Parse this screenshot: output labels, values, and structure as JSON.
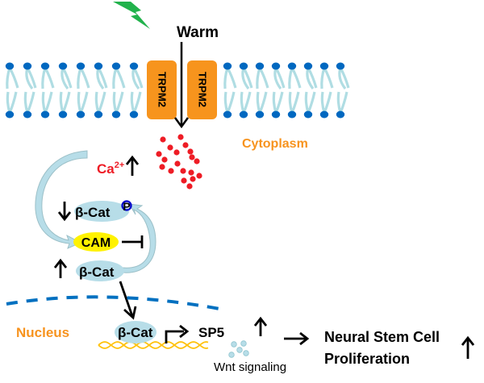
{
  "stimulus": {
    "label": "Warm",
    "icon": "lightning-bolt-icon"
  },
  "membrane": {
    "channels": [
      {
        "label": "TRPM2"
      },
      {
        "label": "TRPM2"
      }
    ]
  },
  "compartments": {
    "cytoplasm": "Cytoplasm",
    "nucleus": "Nucleus"
  },
  "calcium": {
    "label": "Ca",
    "superscript": "2+",
    "trend": "up"
  },
  "nodes": {
    "bcat_phospho": {
      "label": "β-Cat",
      "mod": "P",
      "trend": "down"
    },
    "cam": {
      "label": "CAM"
    },
    "bcat": {
      "label": "β-Cat",
      "trend": "up"
    },
    "bcat_nuclear": {
      "label": "β-Cat"
    },
    "sp5": {
      "label": "SP5"
    },
    "wnt": {
      "label": "Wnt signaling",
      "trend": "up"
    },
    "outcome": {
      "line1": "Neural Stem Cell",
      "line2": "Proliferation",
      "trend": "up"
    }
  },
  "colors": {
    "orange": "#F7941D",
    "label_orange": "#F7931E",
    "red": "#EE1C25",
    "lipid_head": "#0068C0",
    "lipid_tail": "#B0DDE3",
    "node_fill": "#B7DDE8",
    "cam_fill": "#FFF200",
    "green": "#22B24C",
    "dna": "#FFC20E",
    "nuclear_envelope": "#0070C0",
    "phospho": "#0000CC"
  }
}
